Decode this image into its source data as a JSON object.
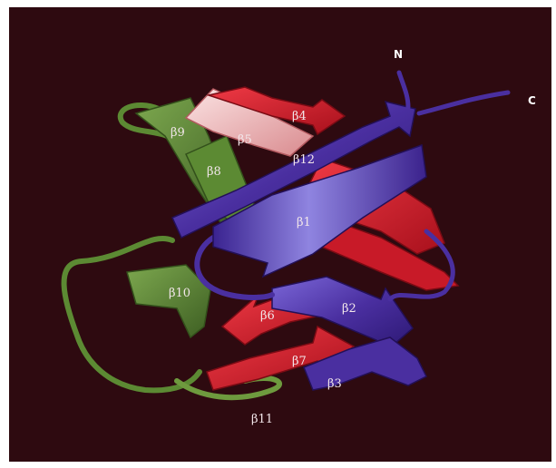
{
  "termini": {
    "n": "N",
    "c": "C"
  },
  "strands": {
    "b1": "β1",
    "b2": "β2",
    "b3": "β3",
    "b4": "β4",
    "b5": "β5",
    "b6": "β6",
    "b7": "β7",
    "b8": "β8",
    "b9": "β9",
    "b10": "β10",
    "b11": "β11",
    "b12": "β12"
  },
  "colors": {
    "background": "#2e0a10",
    "sheet_red": "#d8202e",
    "sheet_red_light": "#f3c9c9",
    "sheet_blue": "#4a2fa0",
    "sheet_green": "#4f7a2e",
    "label": "#f2e6ea"
  }
}
